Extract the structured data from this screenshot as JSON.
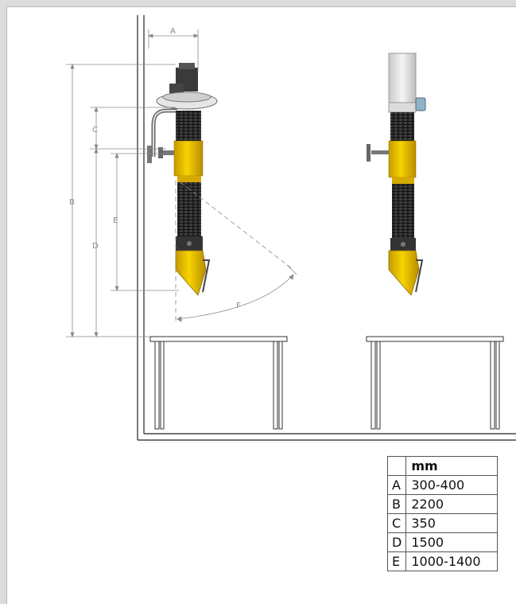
{
  "dimension_labels": {
    "a": "A",
    "b": "B",
    "c": "C",
    "d": "D",
    "e": "E",
    "f": "F"
  },
  "table": {
    "unit_header": "mm",
    "rows": [
      {
        "key": "A",
        "value": "300-400"
      },
      {
        "key": "B",
        "value": "2200"
      },
      {
        "key": "C",
        "value": "350"
      },
      {
        "key": "D",
        "value": "1500"
      },
      {
        "key": "E",
        "value": "1000-1400"
      }
    ]
  },
  "colors": {
    "arm_yellow": "#f2c700",
    "hose_black": "#2b2b2b",
    "motor_dark": "#3a3a3a",
    "dimension_gray": "#8a8a8a"
  }
}
